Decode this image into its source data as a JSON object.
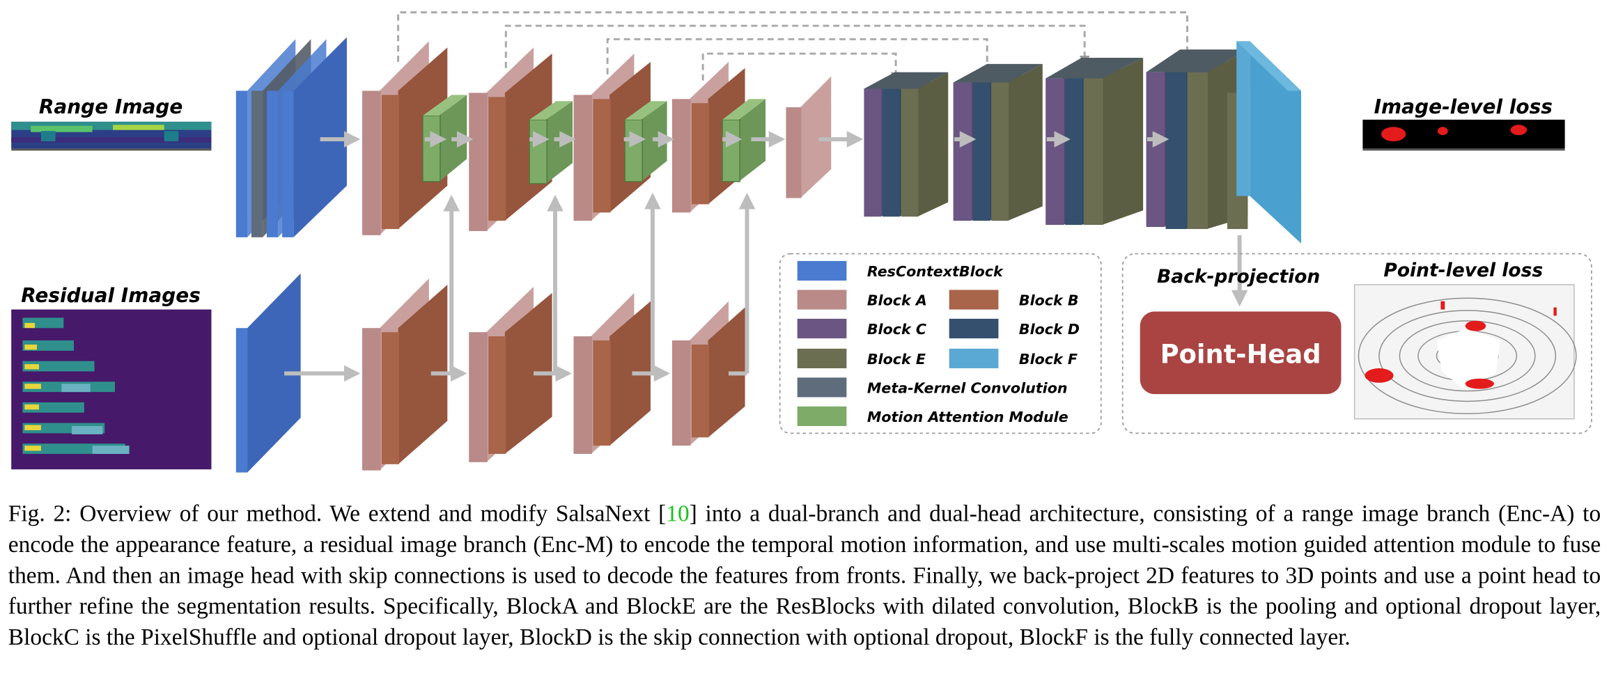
{
  "labels": {
    "range_image": "Range Image",
    "residual_images": "Residual Images",
    "image_level_loss": "Image-level loss",
    "back_projection": "Back-projection",
    "point_level_loss": "Point-level loss",
    "point_head": "Point-Head"
  },
  "legend": [
    {
      "name": "ResContextBlock",
      "color": "#4a7bd0"
    },
    {
      "name": "Block A",
      "color": "#b98a88"
    },
    {
      "name": "Block B",
      "color": "#a8654a"
    },
    {
      "name": "Block C",
      "color": "#6b5582"
    },
    {
      "name": "Block D",
      "color": "#34506e"
    },
    {
      "name": "Block E",
      "color": "#6c6e52"
    },
    {
      "name": "Block F",
      "color": "#5aa8d4"
    },
    {
      "name": "Meta-Kernel Convolution",
      "color": "#5f6c7c"
    },
    {
      "name": "Motion Attention Module",
      "color": "#7eab68"
    }
  ],
  "colors": {
    "block_a": "#b98a88",
    "block_b": "#a8654a",
    "block_c": "#6b5582",
    "block_d": "#34506e",
    "block_e": "#6c6e52",
    "block_f": "#5aa8d4",
    "res_context": "#4a7bd0",
    "meta_kernel": "#5f6c7c",
    "motion_attention": "#7eab68",
    "point_head": "#a94442",
    "citation": "#19c219"
  },
  "caption": {
    "before_citation": "Fig. 2: Overview of our method. We extend and modify SalsaNext [",
    "citation": "10",
    "after_citation": "] into a dual-branch and dual-head architecture, consisting of a range image branch (Enc-A) to encode the appearance feature, a residual image branch (Enc-M) to encode the temporal motion information, and use multi-scales motion guided attention module to fuse them. And then an image head with skip connections is used to decode the features from fronts. Finally, we back-project 2D features to 3D points and use a point head to further refine the segmentation results. Specifically, BlockA and BlockE are the ResBlocks with dilated convolution, BlockB is the pooling and optional dropout layer, BlockC is the PixelShuffle and optional dropout layer, BlockD is the skip connection with optional dropout, BlockF is the fully connected layer."
  }
}
